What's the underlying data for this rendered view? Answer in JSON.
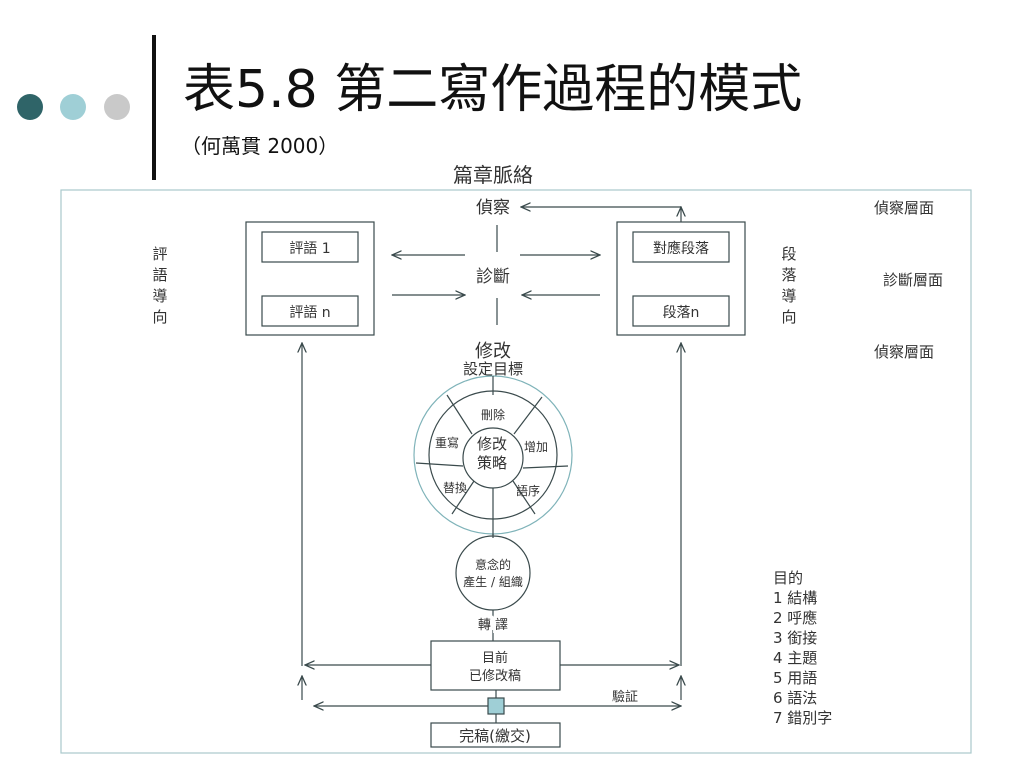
{
  "slide": {
    "title": "表5.8 第二寫作過程的模式",
    "subtitle": "（何萬貫 2000）"
  },
  "diagram": {
    "context": "篇章脈絡",
    "detect": "偵察",
    "diagnose": "診斷",
    "revise": "修改",
    "set_goal": "設定目標",
    "comment_1": "評語 1",
    "comment_n": "評語 n",
    "paragraph_match": "對應段落",
    "paragraph_n": "段落n",
    "left_side": [
      "評",
      "語",
      "導",
      "向"
    ],
    "right_side": [
      "段",
      "落",
      "導",
      "向"
    ],
    "level_detect_top": "偵察層面",
    "level_diagnose": "診斷層面",
    "level_detect_mid": "偵察層面",
    "strategy_center": [
      "修改",
      "策略"
    ],
    "strategy_delete": "刪除",
    "strategy_rewrite": "重寫",
    "strategy_add": "增加",
    "strategy_replace": "替換",
    "strategy_order": "語序",
    "idea": [
      "意念的",
      "產生 / 組織"
    ],
    "translate": "轉 譯",
    "current_draft": [
      "目前",
      "已修改稿"
    ],
    "verify": "驗証",
    "final": "完稿(繳交)",
    "purpose_title": "目的",
    "purposes": [
      "1 結構",
      "2 呼應",
      "3 銜接",
      "4 主題",
      "5 用語",
      "6 語法",
      "7 錯別字"
    ]
  },
  "colors": {
    "dot1": "#2f6468",
    "dot2": "#9fcfd6",
    "dot3": "#c9c9c9",
    "frame": "#a9c9cc",
    "line": "#3a4a4c",
    "text": "#333333"
  }
}
